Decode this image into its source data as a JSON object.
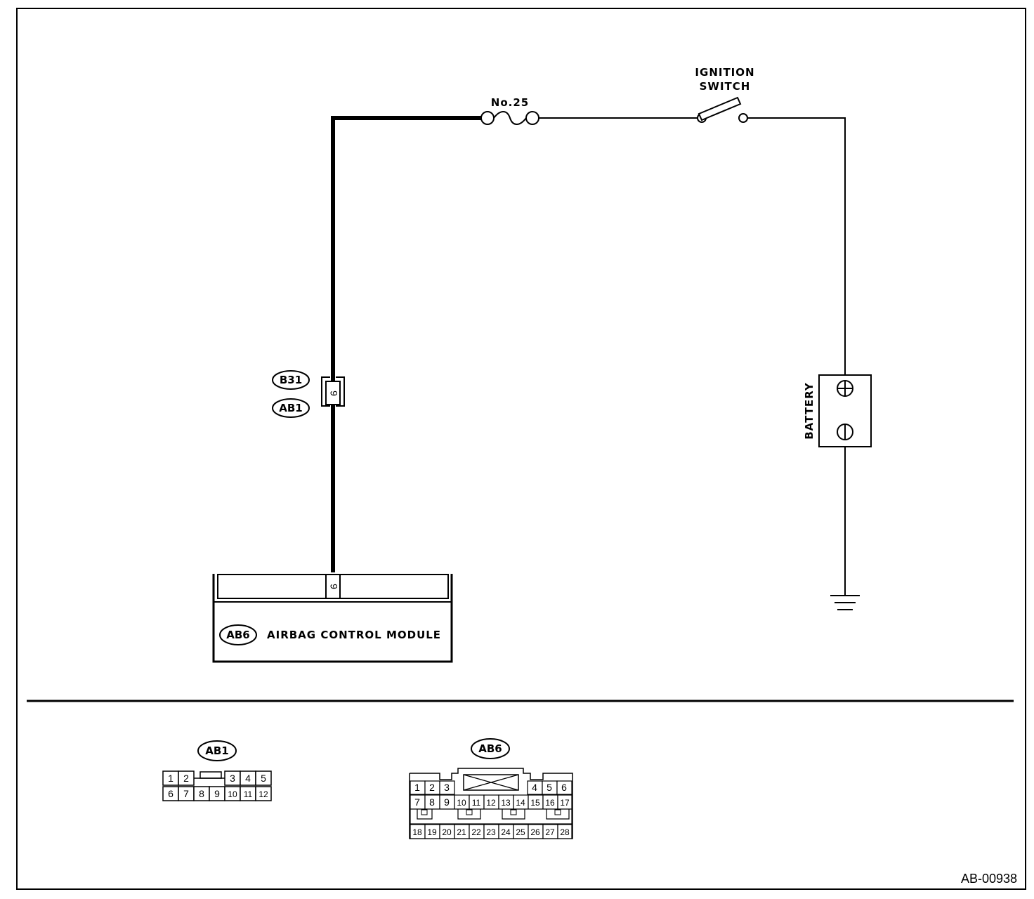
{
  "fuse": {
    "label": "No.25"
  },
  "ignition_switch": {
    "label_line1": "IGNITION",
    "label_line2": "SWITCH"
  },
  "battery": {
    "label": "BATTERY",
    "plus": "+",
    "minus": "−"
  },
  "junction": {
    "connector_top": "B31",
    "connector_bottom": "AB1",
    "pin": "9"
  },
  "module": {
    "connector": "AB6",
    "pin": "9",
    "name": "AIRBAG CONTROL MODULE"
  },
  "legend": {
    "ab1": {
      "label": "AB1",
      "row1": [
        "1",
        "2",
        "3",
        "4",
        "5"
      ],
      "row2": [
        "6",
        "7",
        "8",
        "9",
        "10",
        "11",
        "12"
      ]
    },
    "ab6": {
      "label": "AB6",
      "row1": [
        "1",
        "2",
        "3",
        "4",
        "5",
        "6"
      ],
      "row2": [
        "7",
        "8",
        "9",
        "10",
        "11",
        "12",
        "13",
        "14",
        "15",
        "16",
        "17"
      ],
      "row3": [
        "18",
        "19",
        "20",
        "21",
        "22",
        "23",
        "24",
        "25",
        "26",
        "27",
        "28"
      ]
    }
  },
  "figure_ref": "AB-00938"
}
